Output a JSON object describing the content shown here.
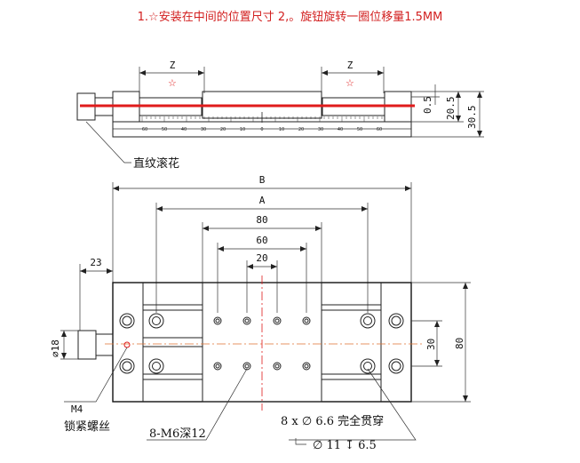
{
  "note": "1.☆安装在中间的位置尺寸 2,。旋钮旋转一圈位移量1.5MM",
  "side_view": {
    "z_left": "Z",
    "z_right": "Z",
    "star": "☆",
    "dim_05": "0.5",
    "dim_205": "20.5",
    "dim_305": "30.5",
    "knurl_label": "直纹滚花",
    "scale_labels": [
      "60",
      "50",
      "40",
      "30",
      "20",
      "10",
      "0",
      "10",
      "20",
      "30",
      "40",
      "50",
      "60"
    ]
  },
  "top_view": {
    "dim_B": "B",
    "dim_A": "A",
    "dim_80": "80",
    "dim_60": "60",
    "dim_20": "20",
    "dim_23": "23",
    "dim_dia18": "∅18",
    "dim_30": "30",
    "dim_80_right": "80",
    "screw_label_1": "M4",
    "screw_label_2": "锁紧螺丝",
    "thread_label": "8-M6深12",
    "hole_label_1": "8 x ∅ 6.6 完全贯穿",
    "hole_label_2": "∅ 11 ↧ 6.5"
  },
  "colors": {
    "red_axis": "#e01b1b",
    "note_red": "#d21f1f",
    "line": "#222222"
  }
}
